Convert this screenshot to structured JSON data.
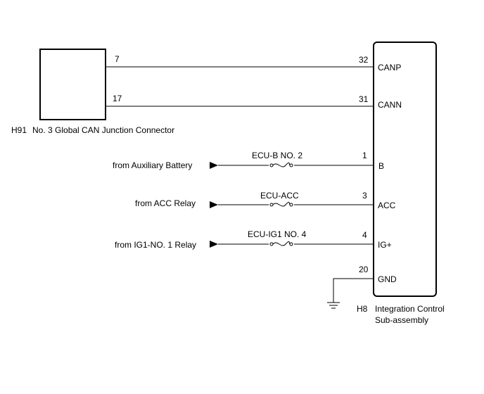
{
  "junction_connector": {
    "code": "H91",
    "name": "No. 3 Global CAN Junction Connector",
    "pins": {
      "canp": "7",
      "cann": "17"
    }
  },
  "ecu": {
    "code": "H8",
    "name_line1": "Integration Control",
    "name_line2": "Sub-assembly",
    "terminals": [
      {
        "pin": "32",
        "label": "CANP"
      },
      {
        "pin": "31",
        "label": "CANN"
      },
      {
        "pin": "1",
        "label": "B"
      },
      {
        "pin": "3",
        "label": "ACC"
      },
      {
        "pin": "4",
        "label": "IG+"
      },
      {
        "pin": "20",
        "label": "GND"
      }
    ]
  },
  "power_inputs": [
    {
      "source": "from Auxiliary Battery",
      "fuse": "ECU-B NO. 2"
    },
    {
      "source": "from ACC Relay",
      "fuse": "ECU-ACC"
    },
    {
      "source": "from IG1-NO. 1 Relay",
      "fuse": "ECU-IG1 NO. 4"
    }
  ],
  "icons": {
    "fuse": "fuse-icon",
    "ground": "ground-icon",
    "arrow": "arrow-right-icon"
  },
  "colors": {
    "line": "#000000",
    "background": "#ffffff"
  }
}
